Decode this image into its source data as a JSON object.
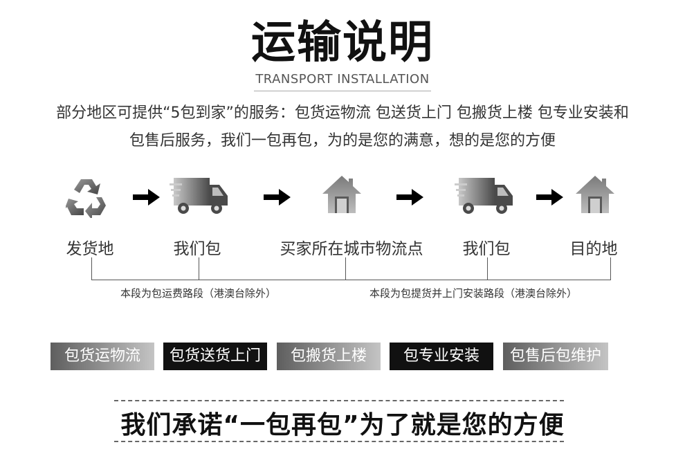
{
  "header": {
    "title": "运输说明",
    "subtitle": "TRANSPORT INSTALLATION"
  },
  "description": {
    "line1": "部分地区可提供“5包到家”的服务：包货运物流 包送货上门 包搬货上楼 包专业安装和",
    "line2": "包售后服务，我们一包再包，为的是您的满意，想的是您的方便"
  },
  "flow": {
    "stages": [
      {
        "label": "发货地",
        "icon": "recycle-icon"
      },
      {
        "label": "我们包",
        "icon": "truck-icon"
      },
      {
        "label": "买家所在城市物流点",
        "icon": "house-icon"
      },
      {
        "label": "我们包",
        "icon": "truck-icon"
      },
      {
        "label": "目的地",
        "icon": "house-icon"
      }
    ],
    "arrow_icon": "arrow-right-icon",
    "segments": [
      {
        "label": "本段为包运费路段（港澳台除外）"
      },
      {
        "label": "本段为包提货并上门安装路段（港澳台除外）"
      }
    ]
  },
  "services": [
    {
      "label": "包货运物流",
      "style": "gradient"
    },
    {
      "label": "包货送货上门",
      "style": "dark"
    },
    {
      "label": "包搬货上楼",
      "style": "gradient"
    },
    {
      "label": "包专业安装",
      "style": "dark"
    },
    {
      "label": "包售后包维护",
      "style": "gradient"
    }
  ],
  "promise": {
    "text": "我们承诺“一包再包”为了就是您的方便"
  },
  "colors": {
    "icon_dark": "#5a5a5a",
    "icon_light": "#c8c8c8",
    "button_dark": "#111111"
  }
}
